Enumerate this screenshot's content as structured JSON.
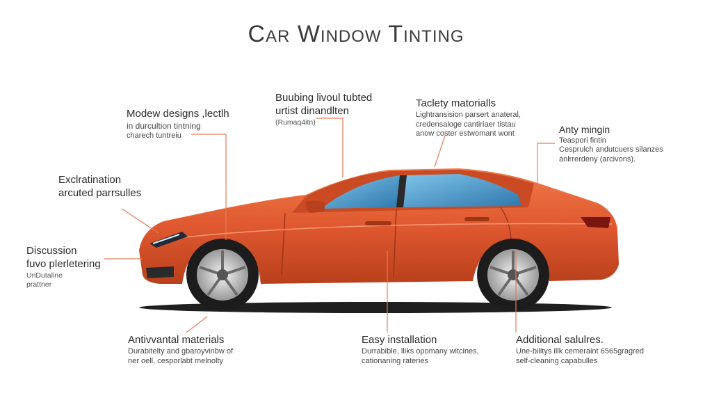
{
  "title": "Car Window Tinting",
  "annotations": {
    "top_center": {
      "heading_line1": "Buubing livoul tubted",
      "heading_line2": "urtist dinandlten",
      "sub": "(Rumaq4itn)"
    },
    "top_right": {
      "heading": "Taclety matorialls",
      "line1": "Lightransision parsert anateral,",
      "line2": "credensaloge cantiriaer tistau",
      "line3": "anow coster estwomant wont"
    },
    "top_left": {
      "heading": "Modew designs ,lectlh",
      "sub": "in durcultion tintning",
      "sub2": "charech tuntreiu"
    },
    "far_right": {
      "heading": "Anty mingin",
      "sub": "Teaspori fintin",
      "line1": "Cesprulch andutcuers silanzes",
      "line2": "anlrrerdeny (arcivons)."
    },
    "left_mid": {
      "line1": "Exclratination",
      "line2": "arcuted parrsulles"
    },
    "left_low": {
      "heading": "Discussion",
      "sub": "fuvo plerletering",
      "small1": "UnDutaline",
      "small2": "prattner"
    },
    "bottom_left": {
      "heading": "Antivvantal materials",
      "line1": "Durabitelty and gbaroyvinbw of",
      "line2": "ner oell, cesporlabt melnolty"
    },
    "bottom_center": {
      "heading": "Easy installation",
      "line1": "Durrabible, lliks opomany witcines,",
      "line2": "cationaning rateries"
    },
    "bottom_right": {
      "heading": "Additional salulres.",
      "line1": "Une-bilitys illk cemeraint 6565gragred",
      "line2": "self-cleaning capabulles"
    }
  },
  "colors": {
    "car_body": "#e0582f",
    "car_body_dark": "#b8401c",
    "window_tint": "#3f8fc4",
    "leader_line": "#e57b55"
  }
}
